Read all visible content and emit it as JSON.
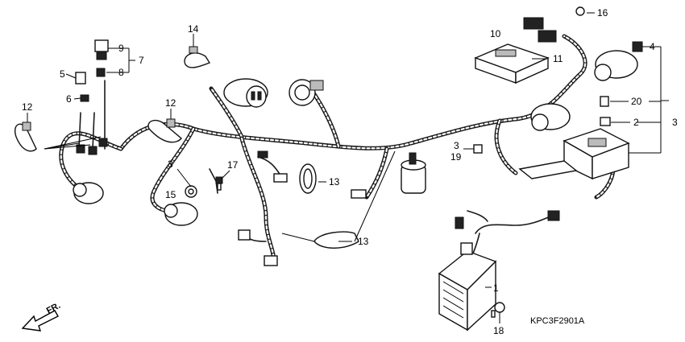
{
  "diagram": {
    "callouts": [
      "1",
      "2",
      "3",
      "3",
      "3",
      "4",
      "5",
      "6",
      "7",
      "8",
      "9",
      "10",
      "11",
      "12",
      "12",
      "13",
      "13",
      "14",
      "15",
      "16",
      "17",
      "18",
      "19",
      "20"
    ],
    "part_code": "KPC3F2901A",
    "direction_label": "FR."
  }
}
